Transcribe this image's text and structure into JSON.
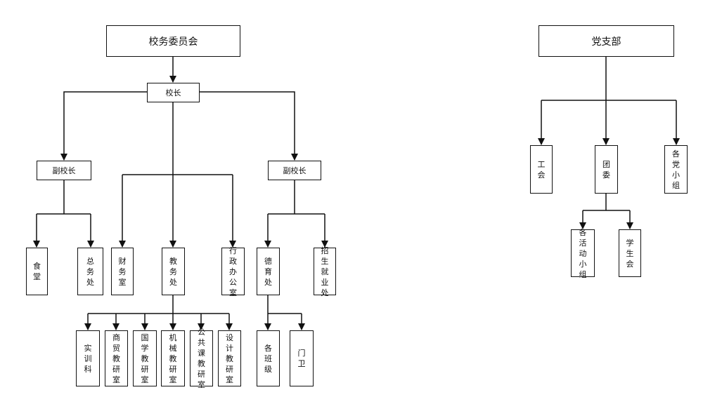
{
  "school": {
    "committee": "校务委员会",
    "principal": "校长",
    "vice_left": "副校长",
    "vice_right": "副校长",
    "canteen": "食堂",
    "general_office": "总务处",
    "finance_office": "财务室",
    "academic_office": "教务处",
    "admin_office": "行政办公室",
    "moral_office": "德育处",
    "enrollment_office": "招生就业处",
    "training_dept": "实训科",
    "commerce_lab": "商贸教研室",
    "chinese_studies_lab": "国学教研室",
    "mechanical_lab": "机械教研室",
    "public_course_lab": "公共课教研室",
    "design_lab": "设计教研室",
    "classes": "各班级",
    "gate_guard": "门卫"
  },
  "party": {
    "branch": "党支部",
    "union": "工会",
    "youth_league": "团委",
    "party_groups": "各党小组",
    "activity_groups": "各活动小组",
    "student_union": "学生会"
  }
}
